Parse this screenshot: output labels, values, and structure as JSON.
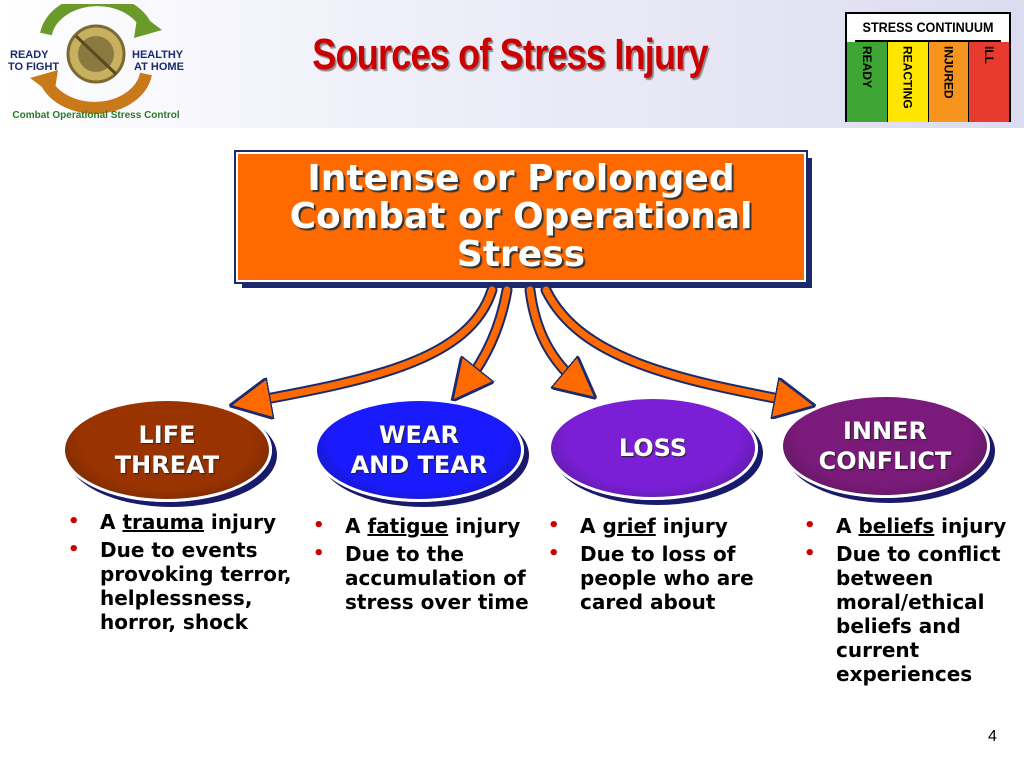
{
  "header": {
    "title": "Sources of Stress Injury",
    "logo": {
      "text_left": "READY TO FIGHT",
      "text_right": "HEALTHY AT HOME",
      "caption": "Combat Operational Stress Control"
    }
  },
  "stress_continuum": {
    "title": "STRESS CONTINUUM",
    "zones": [
      {
        "label": "READY",
        "color": "#3fa535"
      },
      {
        "label": "REACTING",
        "color": "#ffe600"
      },
      {
        "label": "INJURED",
        "color": "#f7941d"
      },
      {
        "label": "ILL",
        "color": "#e63b2e"
      }
    ]
  },
  "source": {
    "text": "Intense or Prolonged\nCombat or Operational\nStress",
    "color": "#ff6a00"
  },
  "categories": [
    {
      "label": "LIFE\nTHREAT",
      "color": "#993300",
      "bullets": [
        {
          "prefix": "A ",
          "underlined": "trauma",
          "suffix": " injury"
        },
        {
          "prefix": "Due to events provoking terror, helplessness, horror, shock",
          "underlined": "",
          "suffix": ""
        }
      ]
    },
    {
      "label": "WEAR\nAND TEAR",
      "color": "#1a1aff",
      "bullets": [
        {
          "prefix": "A ",
          "underlined": "fatigue",
          "suffix": " injury"
        },
        {
          "prefix": "Due to the accumulation of stress over time",
          "underlined": "",
          "suffix": ""
        }
      ]
    },
    {
      "label": "LOSS",
      "color": "#7a1fd6",
      "bullets": [
        {
          "prefix": "A ",
          "underlined": "grief",
          "suffix": " injury"
        },
        {
          "prefix": "Due to loss of people who are cared about",
          "underlined": "",
          "suffix": ""
        }
      ]
    },
    {
      "label": "INNER\nCONFLICT",
      "color": "#7a1a7a",
      "bullets": [
        {
          "prefix": "A ",
          "underlined": "beliefs",
          "suffix": " injury"
        },
        {
          "prefix": "Due to conflict between moral/ethical beliefs and current experiences",
          "underlined": "",
          "suffix": ""
        }
      ]
    }
  ],
  "page_number": "4"
}
